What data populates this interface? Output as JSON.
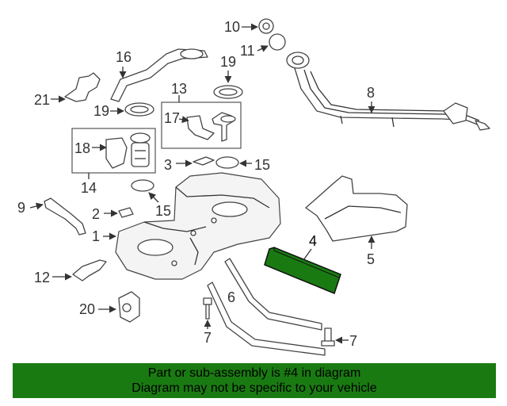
{
  "callouts": {
    "c1": "1",
    "c2": "2",
    "c3": "3",
    "c4": "4",
    "c5": "5",
    "c6": "6",
    "c7a": "7",
    "c7b": "7",
    "c8": "8",
    "c9": "9",
    "c10": "10",
    "c11": "11",
    "c12": "12",
    "c13": "13",
    "c14": "14",
    "c15a": "15",
    "c15b": "15",
    "c16": "16",
    "c17": "17",
    "c18": "18",
    "c19a": "19",
    "c19b": "19",
    "c20": "20",
    "c21": "21"
  },
  "highlight_color": "#1a7a12",
  "banner": {
    "line1": "Part or sub-assembly is #4 in diagram",
    "line2": "Diagram may not be specific to your vehicle"
  }
}
